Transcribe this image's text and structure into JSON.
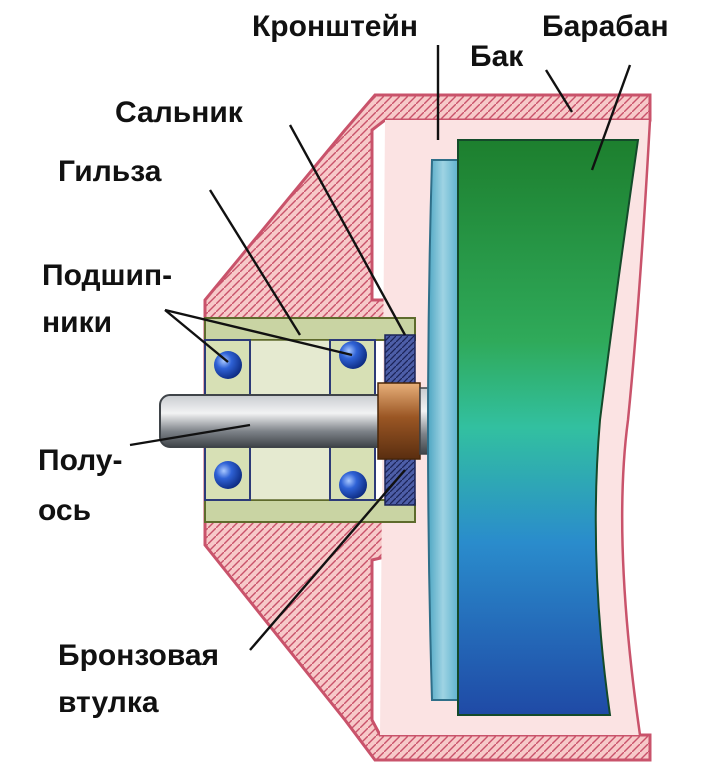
{
  "labels": {
    "bracket": "Кронштейн",
    "drum": "Барабан",
    "tank": "Бак",
    "seal": "Сальник",
    "sleeve": "Гильза",
    "bearings_line1": "Подшип-",
    "bearings_line2": "ники",
    "half_axle_line1": "Полу-",
    "half_axle_line2": "ось",
    "bronze_line1": "Бронзовая",
    "bronze_line2": "втулка"
  },
  "colors": {
    "tank_pink": "#f7c9c9",
    "tank_stroke": "#c9536b",
    "sleeve_olive": "#c9d4a3",
    "bracket_blue": "#7fc1d6",
    "drum_top": "#1f8a3a",
    "drum_bottom": "#1f4fb0",
    "ball_blue": "#2f5fd1",
    "bronze": "#b06a35",
    "shaft_gray": "#9ea3a8"
  }
}
